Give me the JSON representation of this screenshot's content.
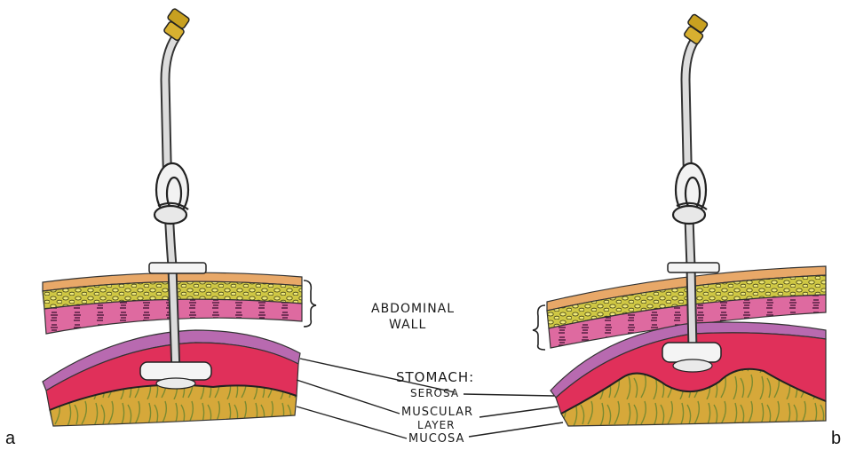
{
  "labels": {
    "abdominal_wall_line1": "ABDOMINAL",
    "abdominal_wall_line2": "WALL",
    "stomach": "STOMACH:",
    "serosa": "SEROSA",
    "muscular_line1": "MUSCULAR",
    "muscular_line2": "LAYER",
    "mucosa": "MUCOSA"
  },
  "panels": {
    "left": "a",
    "right": "b"
  },
  "colors": {
    "skin": "#e8a868",
    "fat": "#d8d24a",
    "muscle": "#d9609a",
    "serosa": "#b86ab0",
    "gastric_muscle": "#e0305a",
    "mucosa": "#d4a838",
    "tube": "#d8d8d8",
    "connector": "#c8a020"
  }
}
